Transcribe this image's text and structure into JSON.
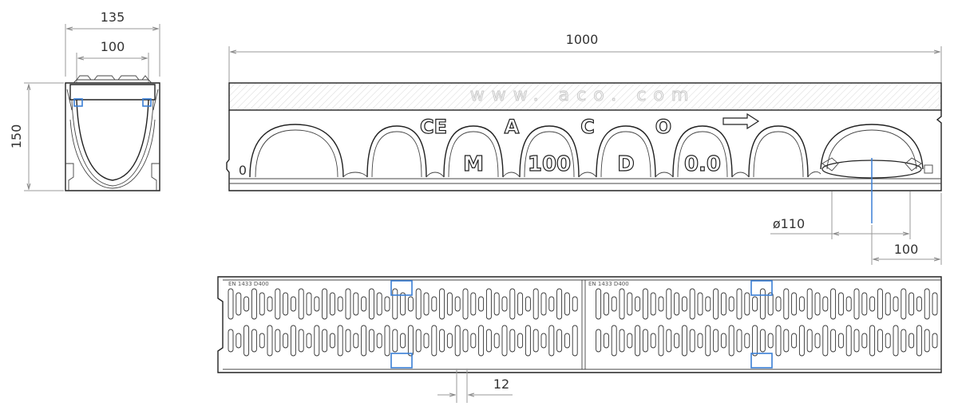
{
  "dimensions": {
    "section_width_outer": "135",
    "section_width_inner": "100",
    "section_height": "150",
    "channel_length": "1000",
    "outlet_diameter": "ø110",
    "outlet_offset": "100",
    "slot_width": "12"
  },
  "channel_markings": {
    "watermark": "www. aco. com",
    "ce_mark": "CE",
    "letters": [
      "A",
      "C",
      "O"
    ],
    "embossed_labels": [
      "M",
      "100",
      "D",
      "0.0"
    ],
    "end_mark": "0"
  },
  "grating_markings": {
    "standard_left": "EN 1433 D400",
    "standard_right": "EN 1433 D400"
  },
  "colors": {
    "line": "#222222",
    "dimension_line": "#9a9a9a",
    "clip_blue": "#3a7fd5",
    "hatch": "#d0d0d0"
  }
}
